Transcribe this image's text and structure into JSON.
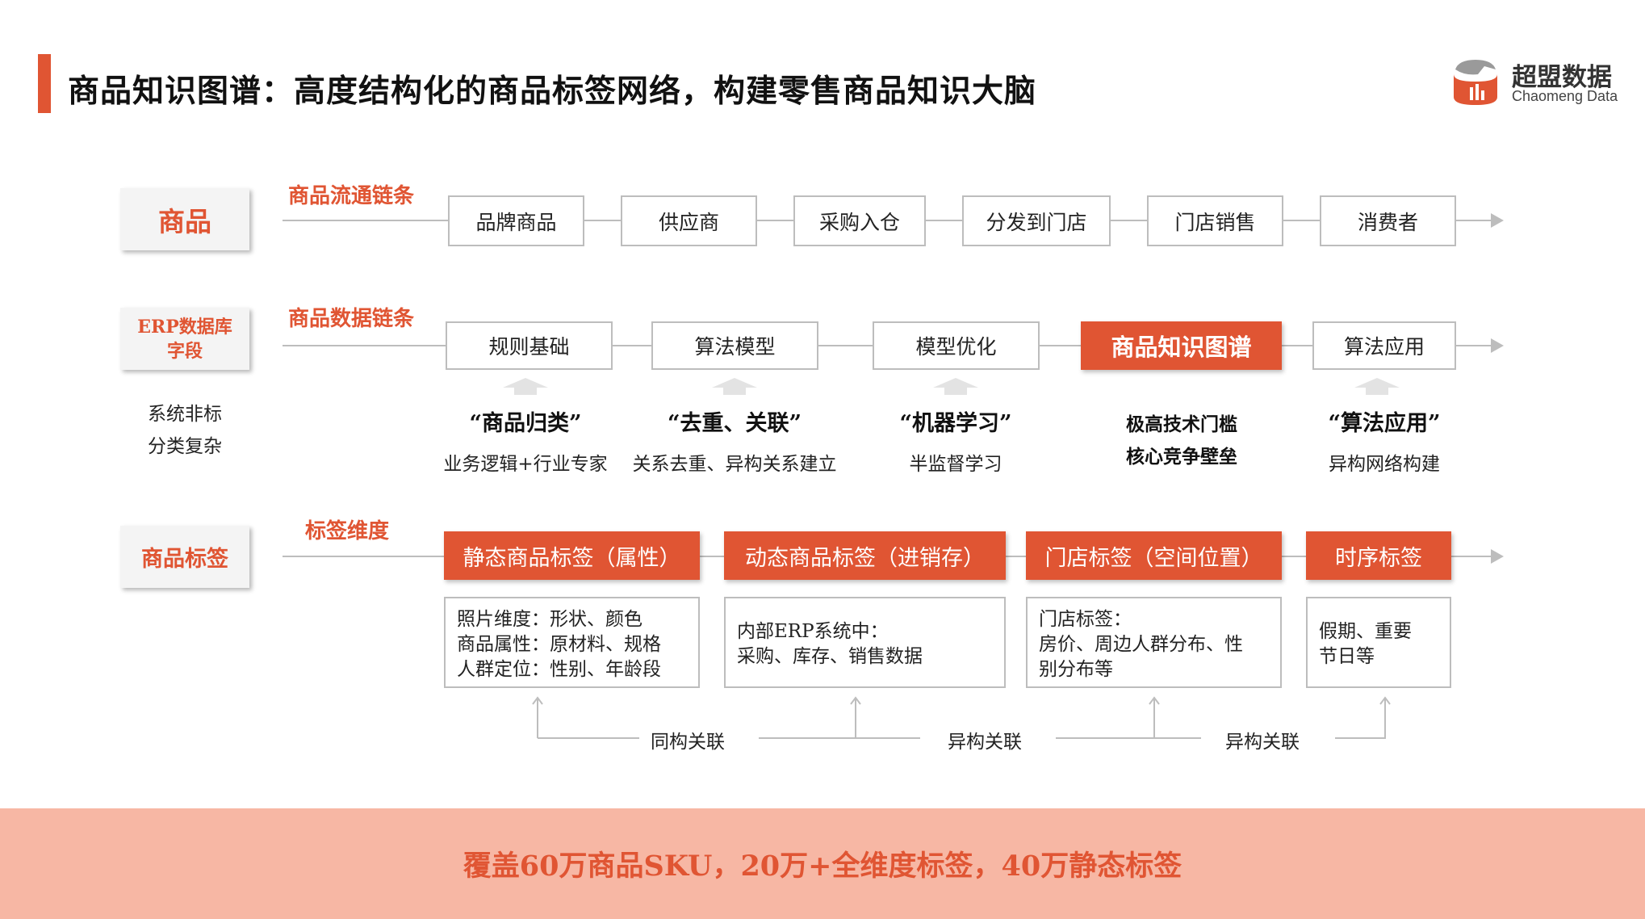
{
  "title": "商品知识图谱：高度结构化的商品标签网络，构建零售商品知识大脑",
  "logo": {
    "cn": "超盟数据",
    "en": "Chaomeng Data"
  },
  "colors": {
    "accent": "#e05533",
    "band": "#f7b7a4",
    "line": "#bdbdbd"
  },
  "rows": {
    "product": {
      "label": "商品",
      "chain_label": "商品流通链条",
      "steps": [
        "品牌商品",
        "供应商",
        "采购入仓",
        "分发到门店",
        "门店销售",
        "消费者"
      ]
    },
    "data": {
      "label_line1": "ERP数据库",
      "label_line2": "字段",
      "note_line1": "系统非标",
      "note_line2": "分类复杂",
      "chain_label": "商品数据链条",
      "steps": [
        "规则基础",
        "算法模型",
        "模型优化",
        "商品知识图谱",
        "算法应用"
      ],
      "annotations": [
        {
          "quote": "“商品归类”",
          "sub": "业务逻辑+行业专家"
        },
        {
          "quote": "“去重、关联”",
          "sub": "关系去重、异构关系建立"
        },
        {
          "quote": "“机器学习”",
          "sub": "半监督学习"
        },
        {
          "line1": "极高技术门槛",
          "line2": "核心竞争壁垒"
        },
        {
          "quote": "“算法应用”",
          "sub": "异构网络构建"
        }
      ]
    },
    "tags": {
      "label": "商品标签",
      "chain_label": "标签维度",
      "groups": [
        {
          "head": "静态商品标签（属性）",
          "lines": [
            "照片维度：形状、颜色",
            "商品属性：原材料、规格",
            "人群定位：性别、年龄段"
          ]
        },
        {
          "head": "动态商品标签（进销存）",
          "lines": [
            "内部ERP系统中：",
            "采购、库存、销售数据"
          ]
        },
        {
          "head": "门店标签（空间位置）",
          "lines": [
            "门店标签：",
            "房价、周边人群分布、性",
            "别分布等"
          ]
        },
        {
          "head": "时序标签",
          "lines": [
            "假期、重要",
            "节日等"
          ]
        }
      ],
      "relations": [
        "同构关联",
        "异构关联",
        "异构关联"
      ]
    }
  },
  "footer": "覆盖60万商品SKU，20万+全维度标签，40万静态标签"
}
